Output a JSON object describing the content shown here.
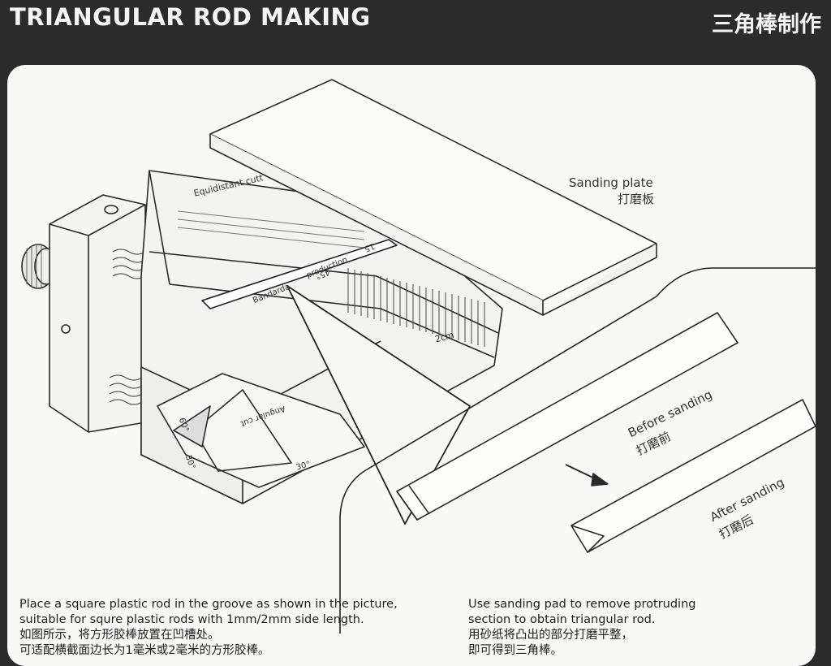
{
  "header": {
    "title_en": "TRIANGULAR ROD MAKING",
    "title_cn": "三角棒制作"
  },
  "labels": {
    "sanding_plate_en": "Sanding plate",
    "sanding_plate_cn": "打磨板",
    "before_en": "Before sanding",
    "before_cn": "打磨前",
    "after_en": "After sanding",
    "after_cn": "打磨后",
    "tool_equidistant": "Equidistant cutt",
    "tool_production": "production",
    "tool_brand": "Bandarda",
    "tool_angular": "Angular cut",
    "ruler_2cm": "2cm",
    "angle_45": "45°",
    "angle_60": "60°",
    "angle_30": "30°",
    "angle_30b": "30°",
    "angle_15": "15"
  },
  "captions": {
    "left": {
      "line1": "Place a square plastic rod in the groove as shown in the picture,",
      "line2": "suitable for squre plastic rods with 1mm/2mm side length.",
      "line3": "如图所示，将方形胶棒放置在凹槽处。",
      "line4": "可适配横截面边长为1毫米或2毫米的方形胶棒。"
    },
    "right": {
      "line1": "Use sanding pad to remove protruding",
      "line2": "section to obtain triangular rod.",
      "line3": "用砂纸将凸出的部分打磨平整，",
      "line4": "即可得到三角棒。"
    }
  }
}
